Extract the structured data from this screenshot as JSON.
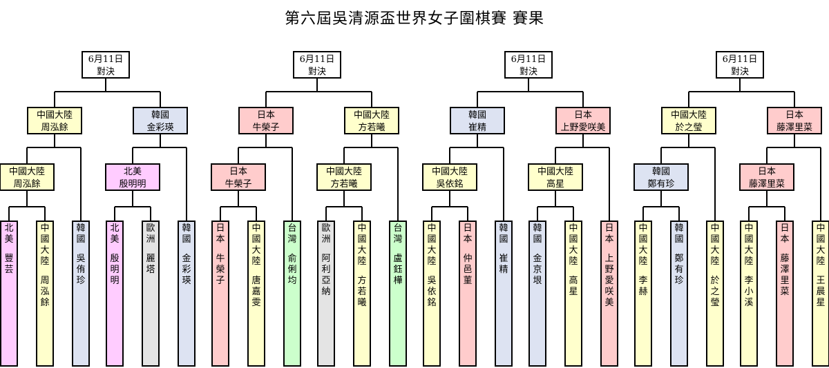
{
  "title": "第六屆吳清源盃世界女子圍棋賽 賽果",
  "colors": {
    "中國大陸": "#ffffcc",
    "韓國": "#dde3f2",
    "日本": "#ffcccc",
    "北美": "#ffccff",
    "歐洲": "#e4e4e4",
    "台灣": "#ccffcc",
    "header": "#ffffff",
    "line": "#000000"
  },
  "groups": [
    {
      "header": {
        "date": "6月11日",
        "label": "對決"
      },
      "semis": [
        {
          "region": "中國大陸",
          "name": "周泓餘"
        },
        {
          "region": "韓國",
          "name": "金彩瑛"
        }
      ],
      "quarters": [
        {
          "region": "中國大陸",
          "name": "周泓餘"
        },
        {
          "region": "北美",
          "name": "殷明明"
        }
      ],
      "players": [
        {
          "region": "北美",
          "name": "豐芸"
        },
        {
          "region": "中國大陸",
          "name": "周泓餘"
        },
        {
          "region": "韓國",
          "name": "吳侑珍"
        },
        {
          "region": "北美",
          "name": "殷明明"
        },
        {
          "region": "歐洲",
          "name": "麗塔"
        },
        {
          "region": "韓國",
          "name": "金彩瑛"
        }
      ]
    },
    {
      "header": {
        "date": "6月11日",
        "label": "對決"
      },
      "semis": [
        {
          "region": "日本",
          "name": "牛榮子"
        },
        {
          "region": "中國大陸",
          "name": "方若曦"
        }
      ],
      "quarters": [
        {
          "region": "日本",
          "name": "牛榮子"
        },
        {
          "region": "中國大陸",
          "name": "方若曦"
        }
      ],
      "players": [
        {
          "region": "日本",
          "name": "牛榮子"
        },
        {
          "region": "中國大陸",
          "name": "唐嘉雯"
        },
        {
          "region": "台灣",
          "name": "俞俐均"
        },
        {
          "region": "歐洲",
          "name": "阿利亞納"
        },
        {
          "region": "中國大陸",
          "name": "方若曦"
        },
        {
          "region": "台灣",
          "name": "盧鈺樺"
        }
      ]
    },
    {
      "header": {
        "date": "6月11日",
        "label": "對決"
      },
      "semis": [
        {
          "region": "韓國",
          "name": "崔精"
        },
        {
          "region": "日本",
          "name": "上野愛咲美"
        }
      ],
      "quarters": [
        {
          "region": "中國大陸",
          "name": "吳依銘"
        },
        {
          "region": "中國大陸",
          "name": "高星"
        }
      ],
      "players": [
        {
          "region": "中國大陸",
          "name": "吳依銘"
        },
        {
          "region": "日本",
          "name": "仲邑菫"
        },
        {
          "region": "韓國",
          "name": "崔精"
        },
        {
          "region": "韓國",
          "name": "金京垠"
        },
        {
          "region": "中國大陸",
          "name": "高星"
        },
        {
          "region": "日本",
          "name": "上野愛咲美"
        }
      ]
    },
    {
      "header": {
        "date": "6月11日",
        "label": "對決"
      },
      "semis": [
        {
          "region": "中國大陸",
          "name": "於之瑩"
        },
        {
          "region": "日本",
          "name": "藤澤里菜"
        }
      ],
      "quarters": [
        {
          "region": "韓國",
          "name": "鄭有珍"
        },
        {
          "region": "日本",
          "name": "藤澤里菜"
        }
      ],
      "players": [
        {
          "region": "中國大陸",
          "name": "李赫"
        },
        {
          "region": "韓國",
          "name": "鄭有珍"
        },
        {
          "region": "中國大陸",
          "name": "於之瑩"
        },
        {
          "region": "中國大陸",
          "name": "李小溪"
        },
        {
          "region": "日本",
          "name": "藤澤里菜"
        },
        {
          "region": "中國大陸",
          "name": "王晨星"
        }
      ]
    }
  ]
}
